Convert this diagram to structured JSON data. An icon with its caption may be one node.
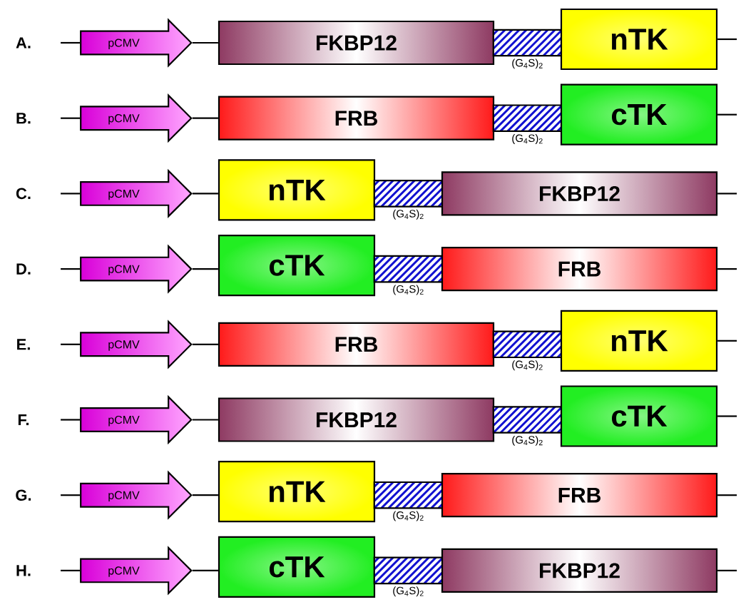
{
  "diagram": {
    "nodes": [
      {
        "text": [
          "pCMV"
        ]
      },
      {
        "text": [
          "FKBP12"
        ]
      },
      {
        "text": [],
        "shape": "box",
        "beside": [
          "(G$_{4}$S)$_{2}$"
        ]
      },
      {
        "text": [
          "nTK"
        ]
      },
      {
        "text": [
          "pCMV"
        ]
      },
      {
        "text": [
          "FRB"
        ]
      },
      {
        "text": [],
        "shape": "box",
        "beside": [
          "(G$_{4}$S)$_{2}$"
        ]
      },
      {
        "text": [
          "cTK"
        ]
      },
      {
        "text": [
          "pCMV"
        ]
      },
      {
        "text": [
          "nTK"
        ]
      },
      {
        "text": [],
        "shape": "box",
        "beside": [
          "(G$_{4}$S)$_{2}$"
        ]
      },
      {
        "text": [
          "FKBP12"
        ]
      },
      {
        "text": [
          "pCMV"
        ]
      },
      {
        "text": [
          "cTK"
        ]
      },
      {
        "text": [],
        "shape": "box",
        "beside": [
          "(G$_{4}$S)$_{2}$"
        ]
      },
      {
        "text": [
          "FRB"
        ]
      },
      {
        "text": [
          "pCMV"
        ]
      },
      {
        "text": [
          "FRB"
        ]
      },
      {
        "text": [],
        "shape": "box",
        "beside": [
          "(G$_{4}$S)$_{2}$"
        ]
      },
      {
        "text": [
          "nTK"
        ]
      },
      {
        "text": [
          "pCMV"
        ]
      },
      {
        "text": [
          "FKBP12"
        ]
      },
      {
        "text": [],
        "shape": "box",
        "beside": [
          "(G$_{4}$S)$_{2}$"
        ]
      },
      {
        "text": [
          "cTK"
        ]
      },
      {
        "text": [
          "pCMV"
        ]
      },
      {
        "text": [
          "nTK"
        ]
      },
      {
        "text": [],
        "shape": "box",
        "beside": [
          "(G$_{4}$S)$_{2}$"
        ]
      },
      {
        "text": [
          "FRB"
        ]
      },
      {
        "text": [
          "pCMV"
        ]
      },
      {
        "text": [
          "cTK"
        ]
      },
      {
        "text": [],
        "shape": "box",
        "beside": [
          "(G$_{4}$S)$_{2}$"
        ]
      },
      {
        "text": [
          "FKBP12"
        ]
      }
    ],
    "edges": [
      {
        "from": null,
        "to": 0,
        "arrow": "none"
      },
      {
        "from": 0,
        "to": 1,
        "arrow": "none"
      },
      {
        "from": 3,
        "to": null,
        "arrow": "none"
      },
      {
        "from": null,
        "to": 4,
        "arrow": "none"
      },
      {
        "from": 4,
        "to": 5,
        "arrow": "none"
      },
      {
        "from": 7,
        "to": null,
        "arrow": "none"
      },
      {
        "from": null,
        "to": 8,
        "arrow": "none"
      },
      {
        "from": 8,
        "to": 9,
        "arrow": "none"
      },
      {
        "from": 11,
        "to": null,
        "arrow": "none"
      },
      {
        "from": null,
        "to": 12,
        "arrow": "none"
      },
      {
        "from": 12,
        "to": 13,
        "arrow": "none"
      },
      {
        "from": 15,
        "to": null,
        "arrow": "none"
      },
      {
        "from": null,
        "to": 16,
        "arrow": "none"
      },
      {
        "from": 16,
        "to": 17,
        "arrow": "none"
      },
      {
        "from": 19,
        "to": null,
        "arrow": "none"
      },
      {
        "from": null,
        "to": 20,
        "arrow": "none"
      },
      {
        "from": 20,
        "to": 21,
        "arrow": "none"
      },
      {
        "from": 23,
        "to": null,
        "arrow": "none"
      },
      {
        "from": null,
        "to": 24,
        "arrow": "none"
      },
      {
        "from": 24,
        "to": 25,
        "arrow": "none"
      },
      {
        "from": 27,
        "to": null,
        "arrow": "none"
      },
      {
        "from": null,
        "to": 28,
        "arrow": "none"
      },
      {
        "from": 28,
        "to": 29,
        "arrow": "none"
      },
      {
        "from": 31,
        "to": null,
        "arrow": "none"
      }
    ],
    "labels": [
      "A.",
      "B.",
      "C.",
      "D.",
      "E.",
      "F.",
      "G.",
      "H."
    ]
  }
}
